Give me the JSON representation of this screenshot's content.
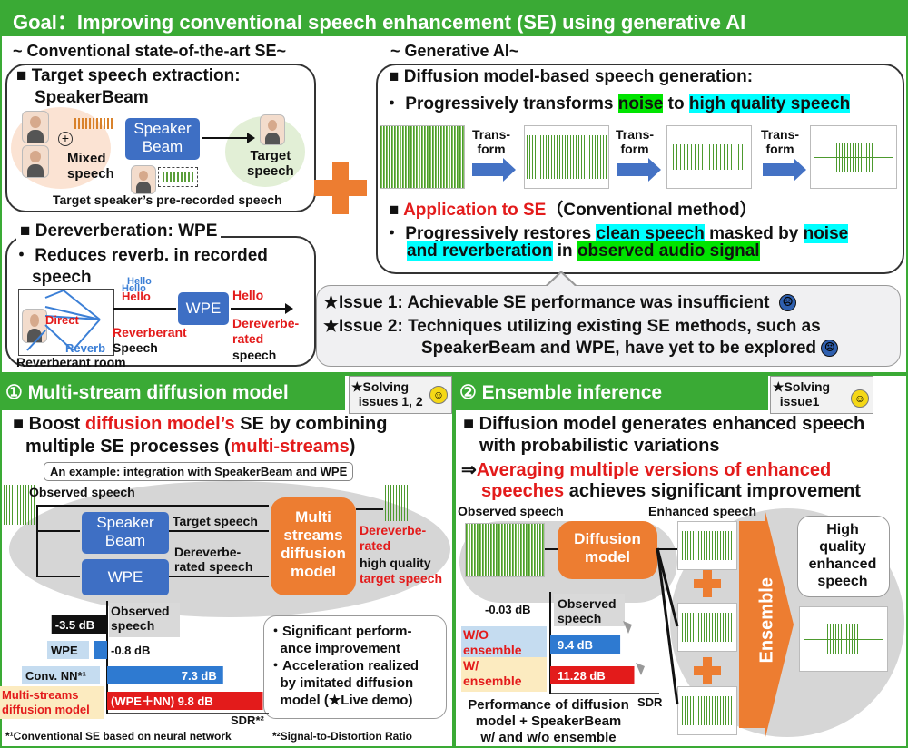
{
  "goal_title": "Goal：Improving conventional speech enhancement (SE) using generative AI",
  "conventional": {
    "title": "~ Conventional state-of-the-art SE~",
    "speakerbeam": {
      "heading_line1": "■  Target speech extraction:",
      "heading_line2": "SpeakerBeam",
      "plus": "+",
      "mixed_speech": "Mixed\nspeech",
      "box_label": "Speaker\nBeam",
      "target_speech": "Target\nspeech",
      "prerecorded": "Target speaker’s pre-recorded speech"
    },
    "wpe": {
      "heading": "■  Dereverberation: WPE",
      "bullet": "・ Reduces reverb. in recorded\n    speech",
      "hello_small_1": "Hello",
      "hello_small_2": "Hello",
      "hello_red": "Hello",
      "direct": "Direct",
      "reverb": "Reverb",
      "room": "Reverberant room",
      "reverberant": "Reverberant",
      "speech": "Speech",
      "box_label": "WPE",
      "out_hello": "Hello",
      "out_dereverb": "Dereverbe-\nrated",
      "out_speech": "speech"
    }
  },
  "generative": {
    "title": "~ Generative AI~",
    "diffusion_heading": "■  Diffusion model-based speech generation:",
    "progressive_pre": "・ Progressively transforms ",
    "noise": "noise",
    "to": " to ",
    "hq_speech": "high quality speech",
    "transform_label": "Trans-\nform",
    "app_marker": "■ ",
    "app_title": "Application to SE",
    "app_note": "（Conventional method）",
    "restore_pre": "・ Progressively restores ",
    "clean_speech": "clean speech",
    "masked_by": " masked by ",
    "noise2": "noise",
    "and_reverb": "and reverberation",
    "in_text": " in ",
    "observed_audio": "observed audio signal"
  },
  "issues": {
    "issue1": "★Issue 1: Achievable SE performance was insufficient",
    "issue2_line1": "★Issue 2: Techniques utilizing existing SE methods, such as",
    "issue2_line2": "SpeakerBeam and WPE, have yet to be explored"
  },
  "multistream": {
    "title": "① Multi-stream diffusion model",
    "solving": "★Solving\n  issues 1, 2",
    "boost_pre": "■  Boost ",
    "boost_red": "diffusion model’s",
    "boost_post": " SE by combining",
    "line2_pre": "multiple SE processes (",
    "line2_red": "multi-streams",
    "line2_post": ")",
    "example": "An example: integration with SpeakerBeam and WPE",
    "observed_speech": "Observed speech",
    "speakerbeam_box": "Speaker\nBeam",
    "target_speech": "Target speech",
    "wpe_box": "WPE",
    "dereverb_speech": "Dereverbe-\nrated speech",
    "model_box": "Multi\nstreams\ndiffusion\nmodel",
    "out_red1": "Dereverbe-\nrated",
    "out_black": "high quality",
    "out_red2": "target speech",
    "callout": "・Significant perform-\n   ance improvement\n・Acceleration realized\n   by imitated diffusion\n   model (★Live demo)",
    "bars": [
      {
        "label": "Observed\nspeech",
        "value_text": "-3.5 dB",
        "value": -3.5
      },
      {
        "label": "WPE",
        "value_text": "-0.8 dB",
        "value": -0.8
      },
      {
        "label": "Conv. NN*¹",
        "value_text": "7.3 dB",
        "value": 7.3
      },
      {
        "label": "Multi-streams\ndiffusion model",
        "value_text": "(WPE＋NN)  9.8 dB",
        "value": 9.8
      }
    ],
    "sdr": "SDR*²",
    "foot1": "*¹Conventional SE based on neural network",
    "foot2": "*²Signal-to-Distortion Ratio"
  },
  "ensemble": {
    "title": "② Ensemble inference",
    "solving": "★Solving\n  issue1",
    "line1": "■  Diffusion model generates enhanced speech",
    "line2": "with probabilistic variations",
    "arrow_prefix": "⇒",
    "red1": "Averaging multiple versions of enhanced",
    "red2": "speeches",
    "achieves": " achieves significant improvement",
    "observed_speech": "Observed speech",
    "enhanced_speech": "Enhanced speech",
    "diffusion_box": "Diffusion\nmodel",
    "plus": "+",
    "ensemble_label": "Ensemble",
    "hq_callout": "High\nquality\nenhanced\nspeech",
    "bars": [
      {
        "label": "Observed\nspeech",
        "value_text": "-0.03 dB",
        "value": -0.03
      },
      {
        "label": "W/O\nensemble",
        "value_text": "9.4 dB",
        "value": 9.4
      },
      {
        "label": "W/\nensemble",
        "value_text": "11.28 dB",
        "value": 11.28
      }
    ],
    "sdr": "SDR",
    "caption": "Performance of diffusion\nmodel + SpeakerBeam\nw/ and w/o ensemble"
  },
  "colors": {
    "header_green": "#3aaa35",
    "box_blue": "#3e6fc4",
    "box_orange": "#ed7d31",
    "red": "#e31b1b",
    "cyan": "#00ffff"
  }
}
